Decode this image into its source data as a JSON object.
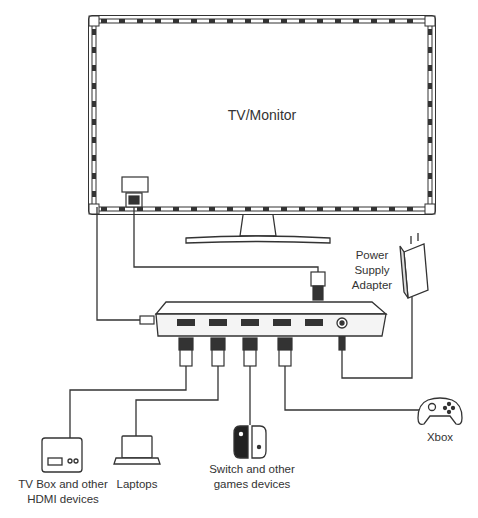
{
  "diagram": {
    "nodes": [
      {
        "text": [
          "TV/Monitor"
        ]
      }
    ],
    "labels": [
      "Power Supply Adapter",
      "TV Box and other HDMI devices",
      "Laptops",
      "Switch and other games devices",
      "Xbox"
    ]
  }
}
